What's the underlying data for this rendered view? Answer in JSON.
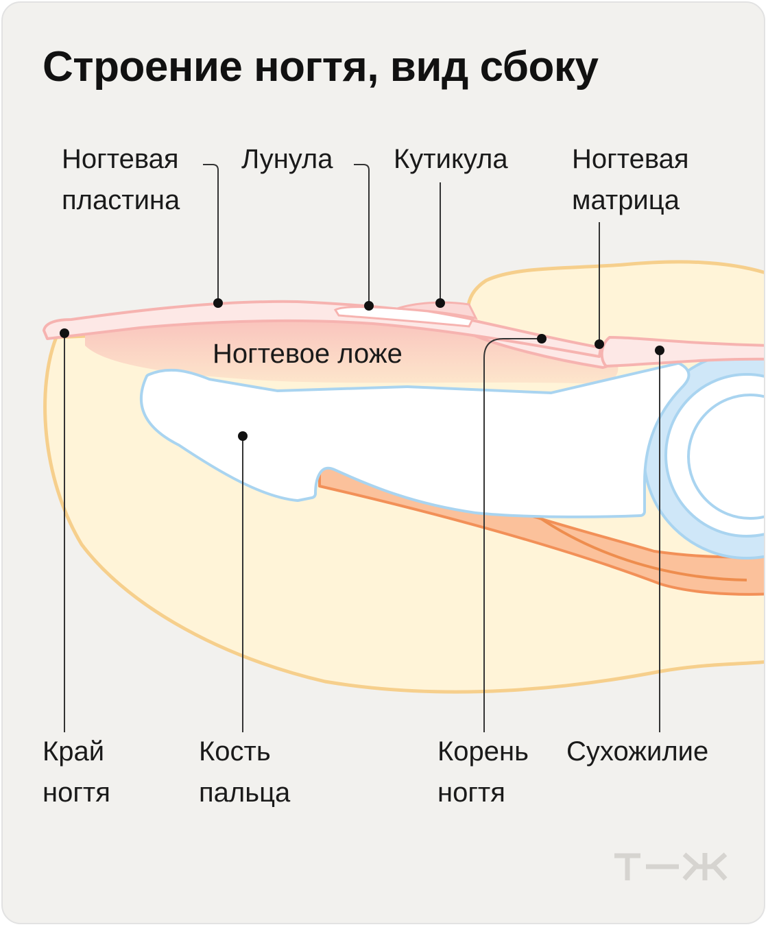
{
  "title": "Строение ногтя, вид сбоку",
  "labels": {
    "nail_plate": [
      "Ногтевая",
      "пластина"
    ],
    "lunula": [
      "Лунула"
    ],
    "cuticle": [
      "Кутикула"
    ],
    "nail_matrix": [
      "Ногтевая",
      "матрица"
    ],
    "nail_bed": [
      "Ногтевое ложе"
    ],
    "nail_edge": [
      "Край",
      "ногтя"
    ],
    "finger_bone": [
      "Кость",
      "пальца"
    ],
    "nail_root": [
      "Корень",
      "ногтя"
    ],
    "tendon": [
      "Сухожилие"
    ]
  },
  "logo": "т—ж",
  "colors": {
    "background": "#f2f1ee",
    "skin": "#fff4d8",
    "skin_outline": "#f6cf8c",
    "nail_bed": "#f9c7c0",
    "nail_plate": "#fde8e6",
    "nail_outline": "#f6b3b0",
    "bone_fill": "#ffffff",
    "bone_outline": "#a9d4f0",
    "tendon": "#f7b58a",
    "leader": "#222222"
  }
}
